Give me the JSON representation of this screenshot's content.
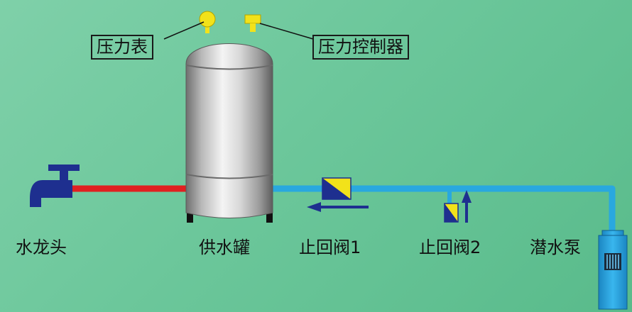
{
  "labels": {
    "pressure_gauge": "压力表",
    "pressure_controller": "压力控制器",
    "faucet": "水龙头",
    "tank": "供水罐",
    "check_valve_1": "止回阀1",
    "check_valve_2": "止回阀2",
    "submersible_pump": "潜水泵"
  },
  "colors": {
    "background": "#6cc79b",
    "hot_pipe": "#e02020",
    "water_pipe": "#29a8df",
    "faucet": "#1e2f8f",
    "gauge": "#f2e21a",
    "valve_blue": "#1e2f8f",
    "valve_yellow": "#f2e21a",
    "pump": "#2aa3dd"
  }
}
